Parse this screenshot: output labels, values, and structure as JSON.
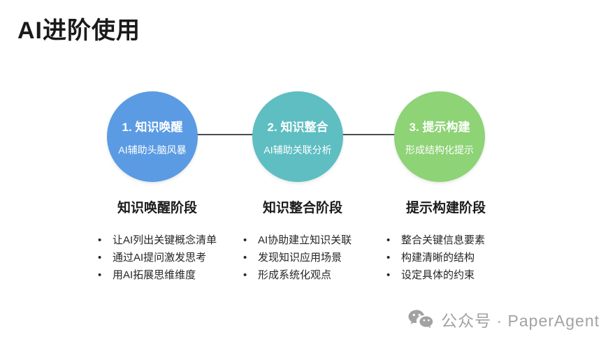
{
  "title": "AI进阶使用",
  "diagram": {
    "connector_color": "#4d4d4d",
    "steps": [
      {
        "circle_label": "1. 知识唤醒",
        "circle_sub": "AI辅助头脑风暴",
        "color": "#5b9be3",
        "heading": "知识唤醒阶段",
        "bullets": [
          "让AI列出关键概念清单",
          "通过AI提问激发思考",
          "用AI拓展思维维度"
        ]
      },
      {
        "circle_label": "2. 知识整合",
        "circle_sub": "AI辅助关联分析",
        "color": "#5ebec2",
        "heading": "知识整合阶段",
        "bullets": [
          "AI协助建立知识关联",
          "发现知识应用场景",
          "形成系统化观点"
        ]
      },
      {
        "circle_label": "3. 提示构建",
        "circle_sub": "形成结构化提示",
        "color": "#8ed376",
        "heading": "提示构建阶段",
        "bullets": [
          "整合关键信息要素",
          "构建清晰的结构",
          "设定具体的约束"
        ]
      }
    ]
  },
  "footer": {
    "icon": "wechat-icon",
    "label": "公众号 · PaperAgent",
    "color": "#a2a2a2"
  }
}
